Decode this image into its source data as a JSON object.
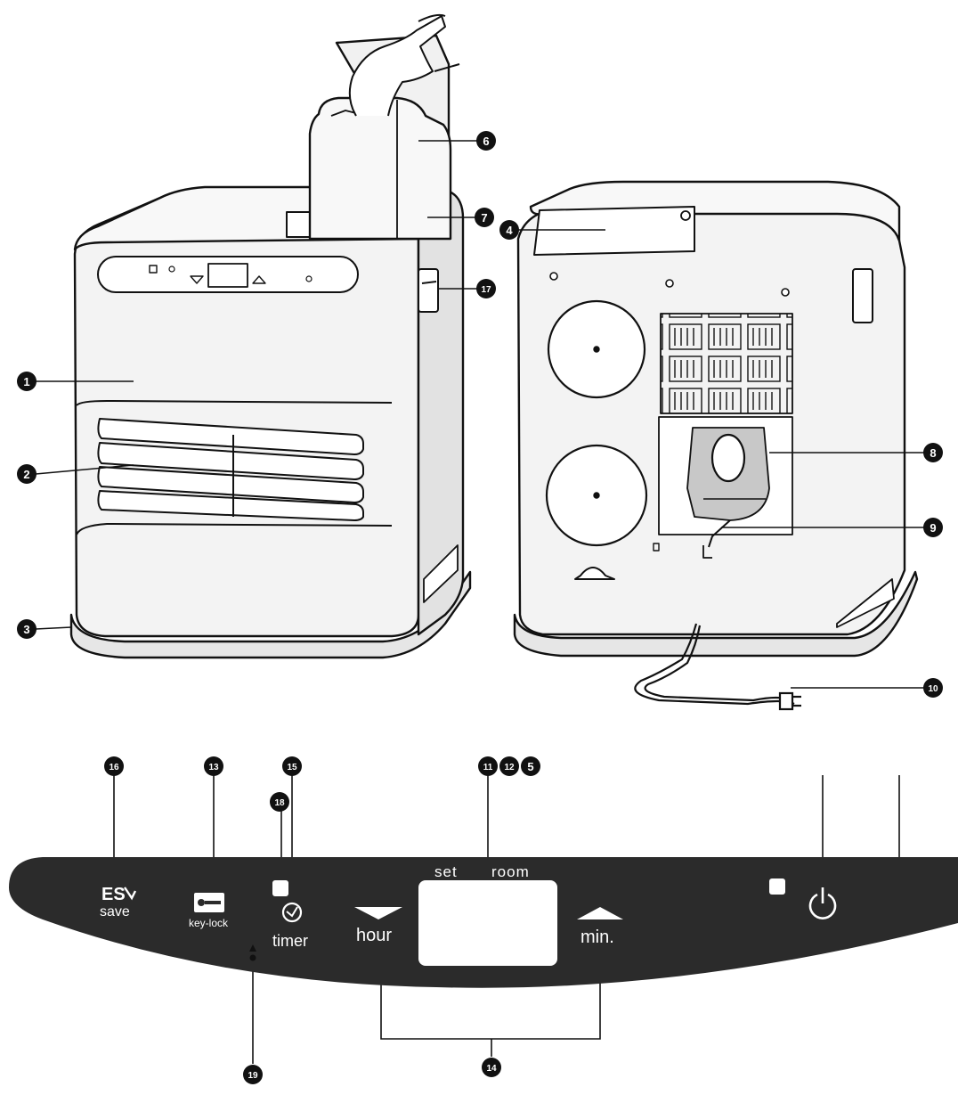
{
  "callouts": {
    "n1": "1",
    "n2": "2",
    "n3": "3",
    "n4": "4",
    "n5": "5",
    "n6": "6",
    "n7": "7",
    "n8": "8",
    "n9": "9",
    "n10": "10",
    "n11": "11",
    "n12": "12",
    "n13": "13",
    "n14": "14",
    "n15": "15",
    "n16": "16",
    "n17": "17",
    "n18": "18",
    "n19": "19"
  },
  "panel": {
    "save_label": "save",
    "save_icon_text": "ES",
    "keylock_label": "key-lock",
    "timer_label": "timer",
    "hour_label": "hour",
    "min_label": "min.",
    "set_label": "set",
    "room_label": "room"
  },
  "icons": {
    "save": "eco-save-icon",
    "keylock": "key-icon",
    "timer": "clock-icon",
    "power": "power-icon",
    "hour_down": "triangle-down-icon",
    "min_up": "triangle-up-icon"
  },
  "colors": {
    "panel": "#2b2b2b",
    "line": "#111111",
    "body_fill": "#f3f3f3",
    "filter_fill": "#c8c8c8"
  }
}
